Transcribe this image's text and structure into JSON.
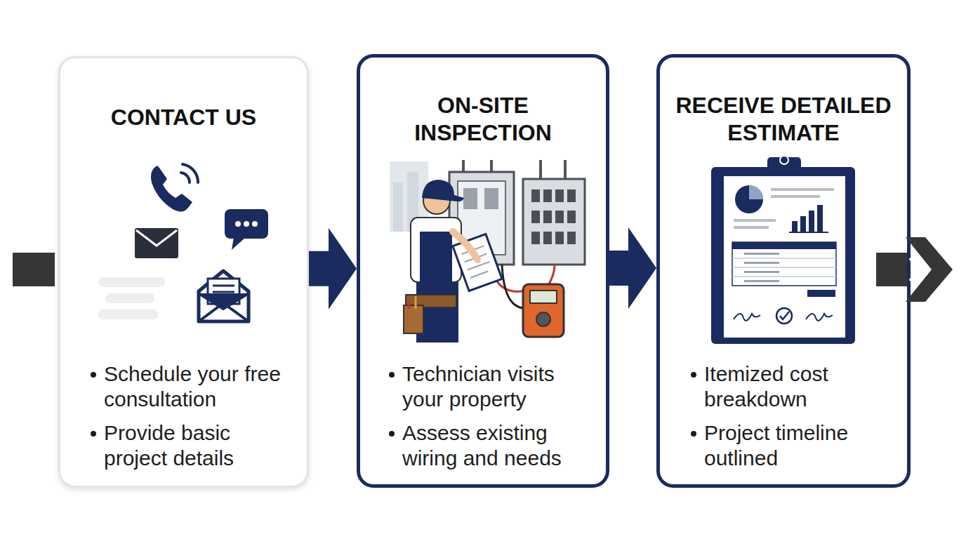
{
  "diagram": {
    "nodes": [
      {
        "text": [
          "CONTACT US",
          "Schedule your free consultation",
          "Provide basic project details"
        ]
      },
      {
        "text": [
          "ON-SITE INSPECTION",
          "Technician visits your property",
          "Assess existing wiring and needs"
        ]
      },
      {
        "text": [
          "RECEIVE DETAILED ESTIMATE",
          "Itemized cost breakdown",
          "Project timeline outlined"
        ]
      }
    ],
    "edges": [
      {
        "from": 0,
        "to": 1,
        "arrow": "to"
      },
      {
        "from": 1,
        "to": 2,
        "arrow": "to"
      }
    ]
  }
}
